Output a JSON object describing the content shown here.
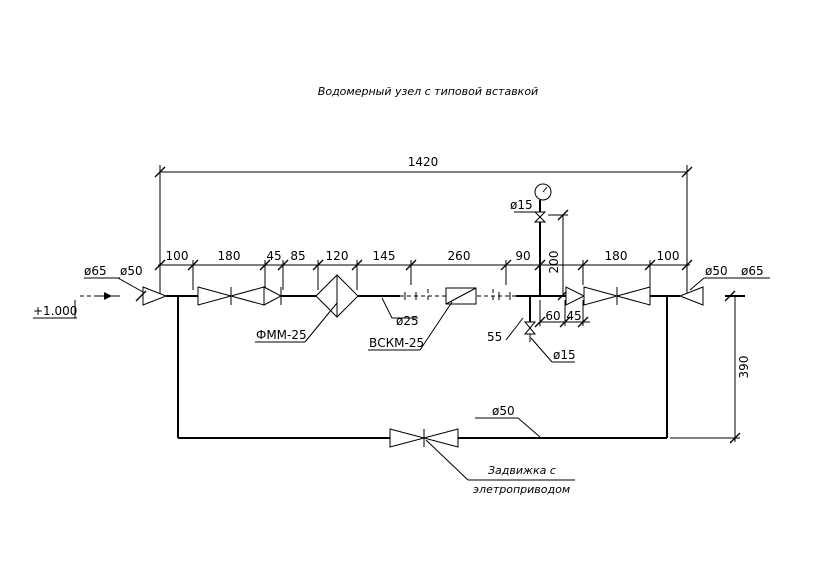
{
  "title": "Водомерный узел с типовой вставкой",
  "dimensions": {
    "overall": "1420",
    "segments": [
      "100",
      "180",
      "45",
      "85",
      "120",
      "145",
      "260",
      "90",
      "180",
      "100"
    ],
    "vertical_200": "200",
    "lower_60": "60",
    "lower_45": "45",
    "lower_55": "55",
    "bypass_390": "390"
  },
  "diameters": {
    "inlet_outer": "ø65",
    "inlet_inner": "ø50",
    "outlet_inner": "ø50",
    "outlet_outer": "ø65",
    "meter_line": "ø25",
    "gauge_branch": "ø15",
    "drain_branch": "ø15",
    "bypass": "ø50"
  },
  "labels": {
    "elevation": "+1.000",
    "filter": "ФММ-25",
    "meter": "ВСКМ-25",
    "valve_line1": "Задвижка с",
    "valve_line2": "элетроприводом"
  }
}
